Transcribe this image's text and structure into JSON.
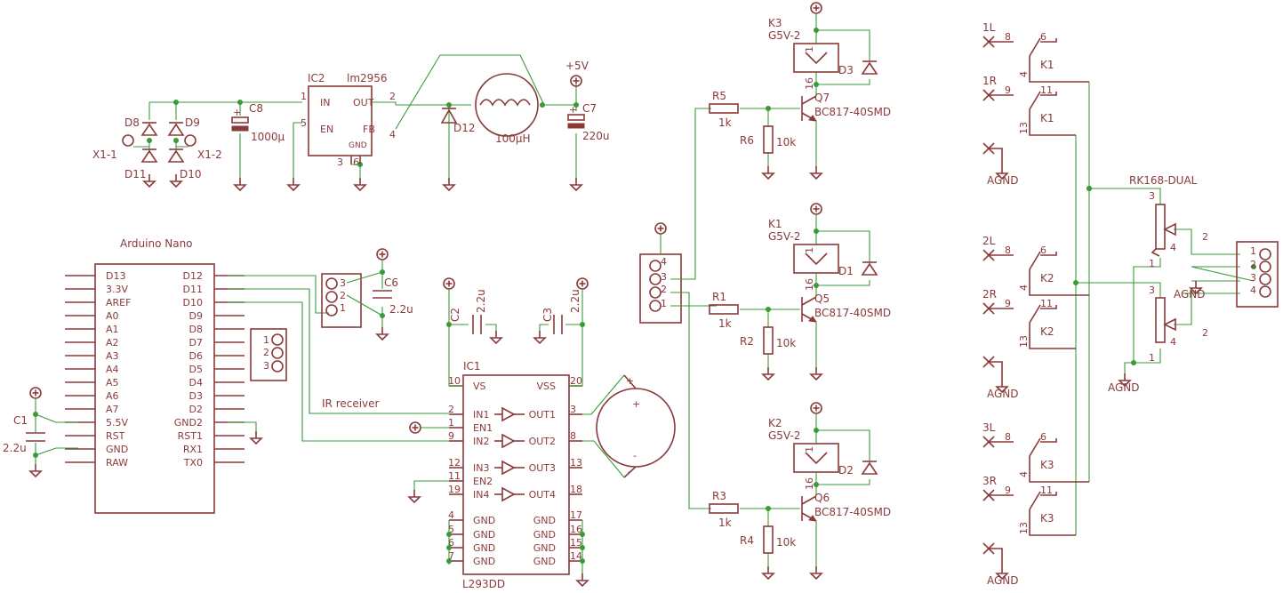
{
  "colors": {
    "symbol": "#8b3a3a",
    "wire": "#3a9a3a",
    "background": "#ffffff"
  },
  "power": {
    "x1_1": "X1-1",
    "x1_2": "X1-2",
    "d8": "D8",
    "d9": "D9",
    "d10": "D10",
    "d11": "D11",
    "c8": "C8",
    "c8_val": "1000µ",
    "ic2": "IC2",
    "ic2_part": "lm2956",
    "ic2_in": "IN",
    "ic2_out": "OUT",
    "ic2_en": "EN",
    "ic2_fb": "FB",
    "ic2_gnd": "GND",
    "ic2_p1": "1",
    "ic2_p2": "2",
    "ic2_p3": "3",
    "ic2_p4": "4",
    "ic2_p5": "5",
    "ic2_p6": "6",
    "d12": "D12",
    "l1_val": "100µH",
    "vplus": "+5V",
    "c7": "C7",
    "c7_val": "220u"
  },
  "nano": {
    "title": "Arduino Nano",
    "left": [
      "D13",
      "3.3V",
      "AREF",
      "A0",
      "A1",
      "A2",
      "A3",
      "A4",
      "A5",
      "A6",
      "A7",
      "5.5V",
      "RST",
      "GND",
      "RAW"
    ],
    "right": [
      "D12",
      "D11",
      "D10",
      "D9",
      "D8",
      "D7",
      "D6",
      "D5",
      "D4",
      "D3",
      "D2",
      "GND2",
      "RST1",
      "RX1",
      "TX0"
    ]
  },
  "c1": {
    "name": "C1",
    "value": "2.2u"
  },
  "con3": {
    "pins": [
      "1",
      "2",
      "3"
    ]
  },
  "ir": {
    "pins": [
      "3",
      "2",
      "1"
    ],
    "c6": "C6",
    "c6_val": "2.2u",
    "label": "IR receiver"
  },
  "l293": {
    "c2": "C2",
    "c2_val": "2.2u",
    "c3": "C3",
    "c3_val": "2.2u",
    "ic1": "IC1",
    "part": "L293DD",
    "left": [
      "VS",
      "IN1",
      "EN1",
      "IN2",
      "IN3",
      "EN2",
      "IN4",
      "GND",
      "GND",
      "GND",
      "GND"
    ],
    "left_nums": [
      "10",
      "2",
      "1",
      "9",
      "12",
      "11",
      "19",
      "4",
      "5",
      "6",
      "7"
    ],
    "right": [
      "VSS",
      "OUT1",
      "OUT2",
      "OUT3",
      "OUT4",
      "GND",
      "GND",
      "GND",
      "GND"
    ],
    "right_nums": [
      "20",
      "3",
      "8",
      "13",
      "18",
      "17",
      "16",
      "15",
      "14"
    ]
  },
  "motor": {
    "plus1": "+",
    "plus2": "+",
    "minus1": "-",
    "minus2": "-"
  },
  "con4": {
    "pins": [
      "4",
      "3",
      "2",
      "1"
    ]
  },
  "drivers": [
    {
      "k": "K3",
      "g": "G5V-2",
      "d": "D3",
      "rb": "R5",
      "rb_val": "1k",
      "rp": "R6",
      "rp_val": "10k",
      "q": "Q7",
      "q_part": "BC817-40SMD",
      "p1": "1",
      "p16": "16"
    },
    {
      "k": "K1",
      "g": "G5V-2",
      "d": "D1",
      "rb": "R1",
      "rb_val": "1k",
      "rp": "R2",
      "rp_val": "10k",
      "q": "Q5",
      "q_part": "BC817-40SMD",
      "p1": "1",
      "p16": "16"
    },
    {
      "k": "K2",
      "g": "G5V-2",
      "d": "D2",
      "rb": "R3",
      "rb_val": "1k",
      "rp": "R4",
      "rp_val": "10k",
      "q": "Q6",
      "q_part": "BC817-40SMD",
      "p1": "1",
      "p16": "16"
    }
  ],
  "relays": [
    {
      "l": "1L",
      "r": "1R",
      "k": "K1",
      "p8": "8",
      "p6": "6",
      "p4": "4",
      "p9": "9",
      "p11": "11",
      "p13": "13",
      "agnd": "AGND"
    },
    {
      "l": "2L",
      "r": "2R",
      "k": "K2",
      "p8": "8",
      "p6": "6",
      "p4": "4",
      "p9": "9",
      "p11": "11",
      "p13": "13",
      "agnd": "AGND"
    },
    {
      "l": "3L",
      "r": "3R",
      "k": "K3",
      "p8": "8",
      "p6": "6",
      "p4": "4",
      "p9": "9",
      "p11": "11",
      "p13": "13",
      "agnd": "AGND"
    }
  ],
  "pot": {
    "name": "RK168-DUAL",
    "p3": "3",
    "p2": "2",
    "p4": "4",
    "p1": "1",
    "agnd": "AGND"
  },
  "out": {
    "pins": [
      "1",
      "2",
      "3",
      "4"
    ],
    "agnd": "AGND"
  }
}
